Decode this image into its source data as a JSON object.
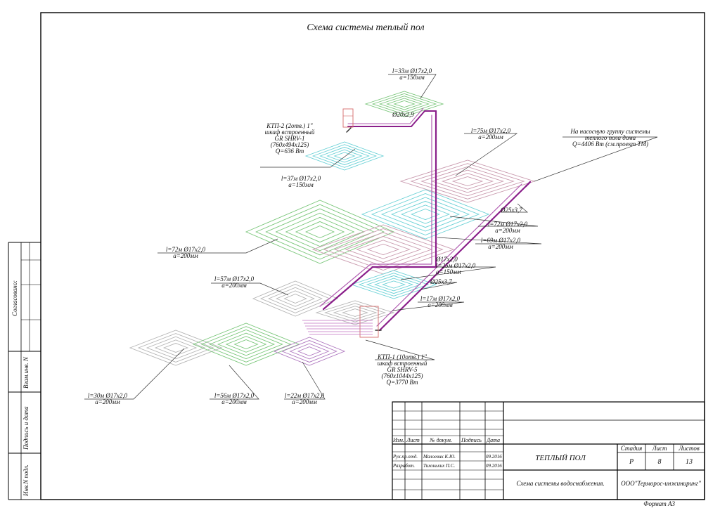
{
  "title": "Схема системы теплый пол",
  "format_label": "Формат А3",
  "side_labels": {
    "agreed": "Согласовано:",
    "vzam_inv": "Взам.инв. N",
    "podpis_data": "Подпись и дата",
    "inv_podl": "Инв.N подл."
  },
  "colors": {
    "frame": "#000000",
    "riser": "#8a1e8a",
    "loop_green": "#79c679",
    "loop_cyan": "#6ad1d6",
    "loop_pink": "#c99aae",
    "loop_grey": "#b4b4b4",
    "loop_purple": "#b07ac0",
    "leader": "#333333"
  },
  "annotations": {
    "loop_top": [
      "l=33м Ø17x2,0",
      "a=150мм"
    ],
    "pipe_top": [
      "Ø20x2,9"
    ],
    "ktp2": [
      "КТП-2 (2отв.) 1\"",
      "шкаф встроенный",
      "GR SHRV-1",
      "(760x494x125)",
      "Q=636 Вт"
    ],
    "loop_37": [
      "l=37м Ø17x2,0",
      "a=150мм"
    ],
    "loop_75": [
      "l=75м Ø17x2,0",
      "a=200мм"
    ],
    "nasos": [
      "На насосную группу системы",
      "теплого пола дома",
      "Q=4406 Вт (см.проект ТМ)"
    ],
    "pipe_25a": [
      "Ø25x3,7"
    ],
    "loop_72r": [
      "l=72м Ø17x2,0",
      "a=200мм"
    ],
    "loop_69": [
      "l=69м Ø17x2,0",
      "a=200мм"
    ],
    "loop_72l": [
      "l=72м Ø17x2,0",
      "a=200мм"
    ],
    "loop_25": [
      "Ø17x2,0",
      "l=25м Ø17x2,0",
      "a=150мм"
    ],
    "pipe_25b": [
      "Ø25x3,7"
    ],
    "loop_57": [
      "l=57м Ø17x2,0",
      "a=200мм"
    ],
    "loop_17": [
      "l=17м Ø17x2,0",
      "a=200мм"
    ],
    "ktp1": [
      "КТП-1 (10отв.) 1\"",
      "шкаф встроенный",
      "GR SHRV-5",
      "(760x1044x125)",
      "Q=3770 Вт"
    ],
    "loop_30": [
      "l=30м Ø17x2,0",
      "a=200мм"
    ],
    "loop_56": [
      "l=56м Ø17x2,0",
      "a=200мм"
    ],
    "loop_22": [
      "l=22м Ø17x2,0",
      "a=200мм"
    ]
  },
  "title_block": {
    "col_izm": "Изм.",
    "col_list": "Лист",
    "col_doc": "№ докум.",
    "col_podpis": "Подпись",
    "col_data": "Дата",
    "row1_role": "Рук.пр.отд.",
    "row1_name": "Малоевик К.Ю.",
    "row1_date": "09.2016",
    "row2_role": "Разработ.",
    "row2_name": "Тихоньких П.С.",
    "row2_date": "09.2016",
    "project_name": "ТЕПЛЫЙ ПОЛ",
    "sheet_name": "Схема системы водоснабжения.",
    "stage_label": "Стадия",
    "sheet_label": "Лист",
    "sheets_label": "Листов",
    "stage": "Р",
    "sheet": "8",
    "sheets": "13",
    "company": "ООО\"Терморос-инжиниринг\""
  }
}
